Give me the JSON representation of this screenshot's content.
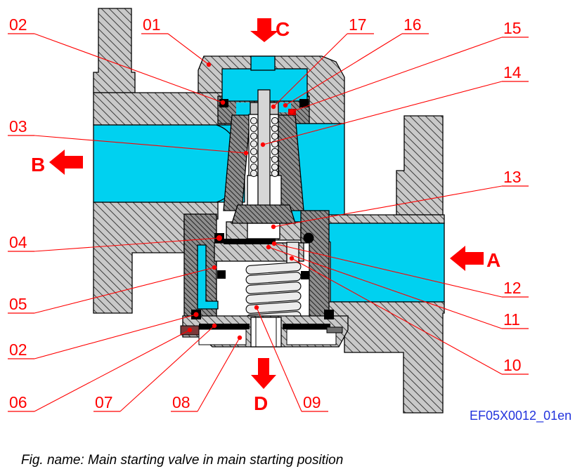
{
  "figure": {
    "caption": "Fig. name: Main starting valve in main starting position",
    "drawing_id": "EF05X0012_01en"
  },
  "ports": {
    "a": "A",
    "b": "B",
    "c": "C",
    "d": "D"
  },
  "labels": {
    "l01": "01",
    "l02": "02",
    "l03": "03",
    "l04": "04",
    "l05": "05",
    "l06": "06",
    "l07": "07",
    "l08": "08",
    "l09": "09",
    "l10": "10",
    "l11": "11",
    "l12": "12",
    "l13": "13",
    "l14": "14",
    "l15": "15",
    "l16": "16",
    "l17": "17"
  },
  "colors": {
    "flow": "#00D1F0",
    "annotation": "#FF0000",
    "body": "#C9C9C9",
    "dark_part": "#8F8F8F",
    "drawing_id_text": "#2233DD"
  }
}
